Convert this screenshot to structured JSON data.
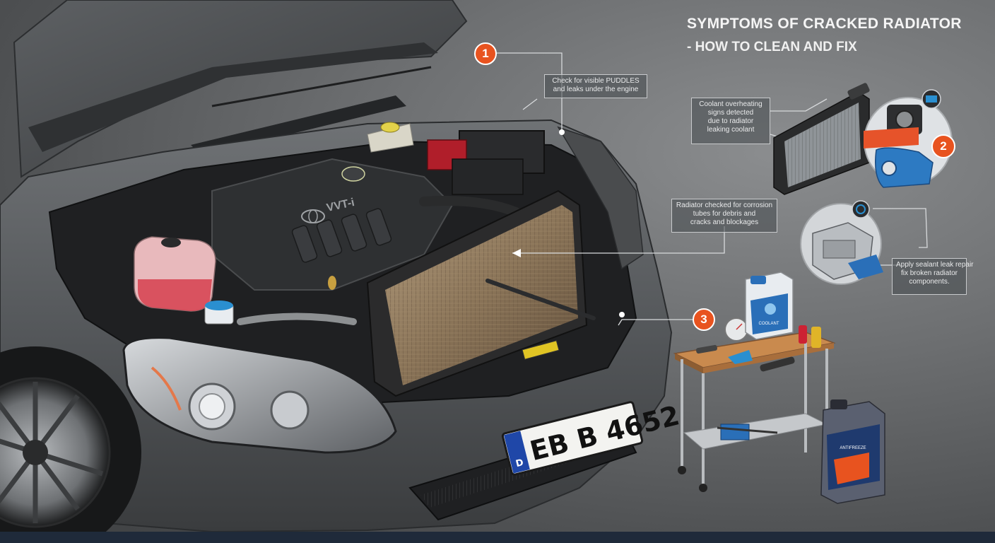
{
  "title": {
    "line1": "SYMPTOMS OF CRACKED RADIATOR",
    "line2": "- HOW TO CLEAN AND FIX"
  },
  "engine_badge": "VVT-i",
  "license_plate": {
    "country": "D",
    "text": "EB B 4652"
  },
  "callouts": [
    {
      "number": "1",
      "lines": [
        "Check for visible PUDDLES",
        "and leaks under the engine"
      ]
    },
    {
      "number": "2",
      "lines": [
        "Coolant overheating",
        "signs detected",
        "due to radiator",
        "leaking coolant"
      ]
    },
    {
      "number": "3",
      "lines": [
        "Radiator checked for corrosion",
        "tubes for debris and",
        "cracks and blockages"
      ]
    },
    {
      "number": "",
      "lines": [
        "Apply sealant leak repair",
        "fix broken radiator",
        "components."
      ]
    }
  ],
  "coolant_jug_label": "COOLANT",
  "oil_jug_label": "ANTIFREEZE",
  "colors": {
    "badge": "#e8531f",
    "coolant_cap": "#2a8fd0",
    "reservoir": "#e35a6a",
    "footer": "#1f2a3a"
  },
  "icons": [
    "pressure-icon",
    "gauge-icon",
    "radiator-icon",
    "fan-icon",
    "toolkit-icon"
  ]
}
